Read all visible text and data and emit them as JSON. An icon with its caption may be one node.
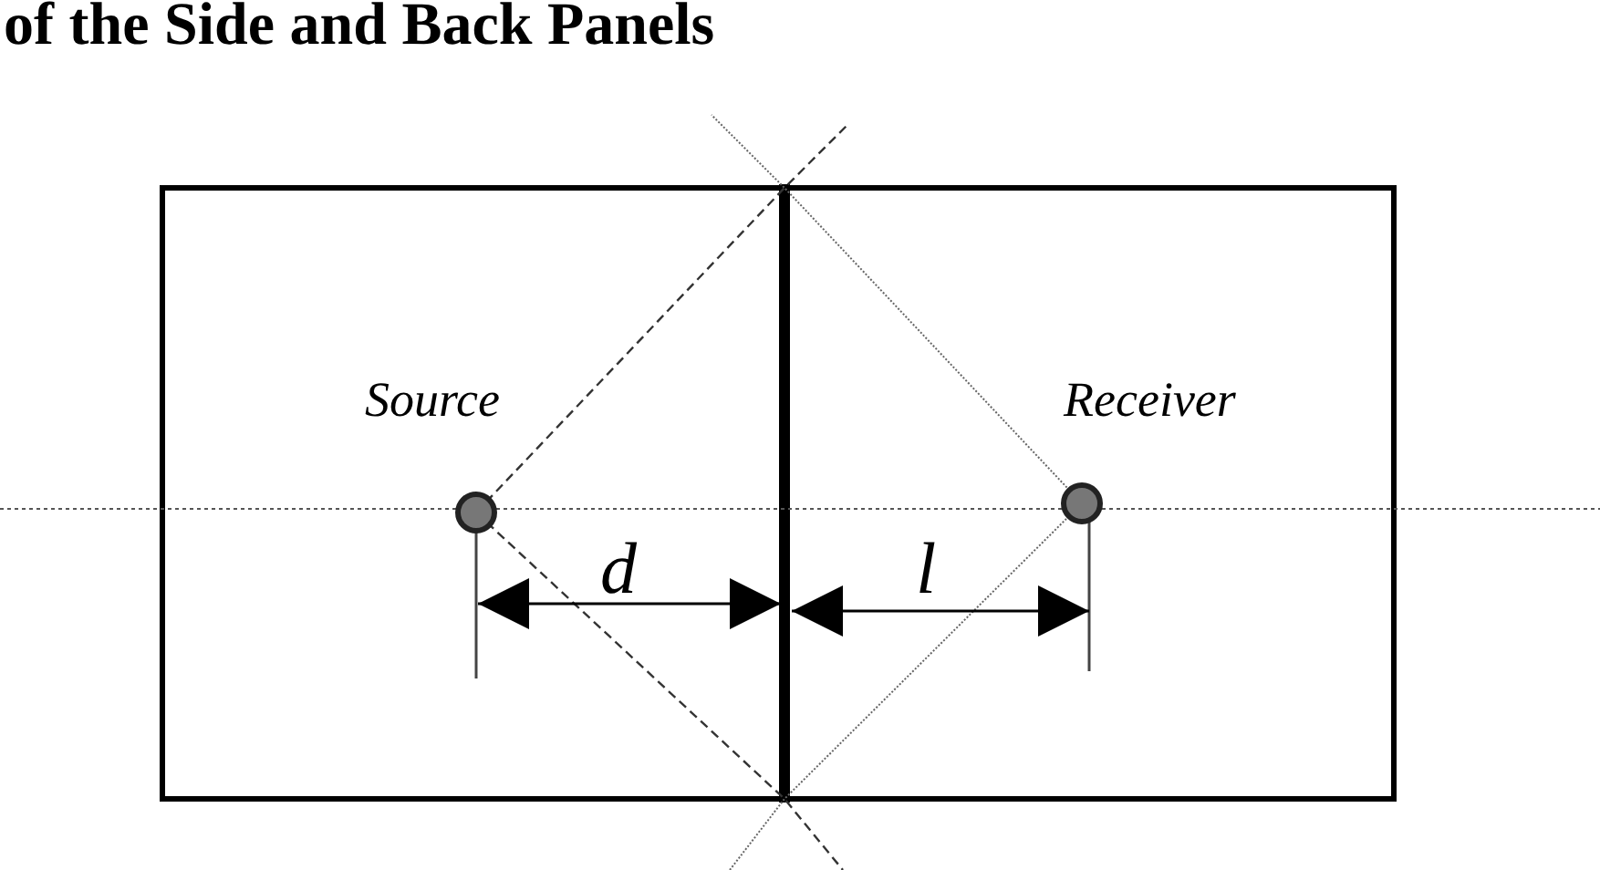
{
  "diagram": {
    "title": "of the Side and Back Panels",
    "labels": [
      "Source",
      "Receiver",
      "d",
      "l"
    ]
  }
}
